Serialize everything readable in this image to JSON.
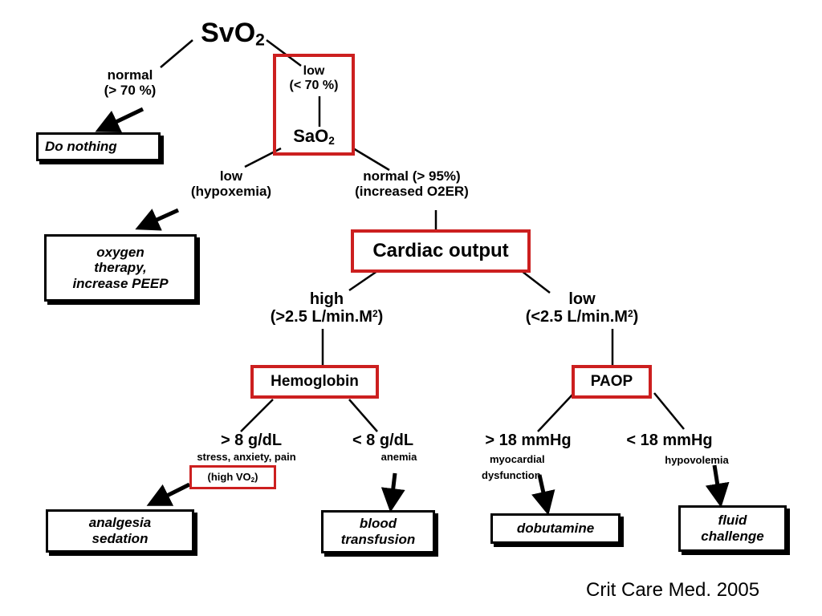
{
  "root": {
    "main": "SvO",
    "sub": "2"
  },
  "branches": {
    "normal_svo2": {
      "line1": "normal",
      "line2": "(> 70 %)"
    },
    "low_svo2": {
      "line1": "low",
      "line2": "(< 70 %)"
    },
    "sao2": {
      "main": "SaO",
      "sub": "2"
    },
    "low_sao2": {
      "line1": "low",
      "line2": "(hypoxemia)"
    },
    "normal_sao2": {
      "line1": "normal (> 95%)",
      "line2": "(increased O2ER)"
    },
    "cardiac_output": "Cardiac output",
    "high_co": {
      "line1": "high",
      "line2": "(>2.5 L/min.M",
      "sup": "2",
      "close": ")"
    },
    "low_co": {
      "line1": "low",
      "line2": "(<2.5 L/min.M",
      "sup": "2",
      "close": ")"
    },
    "hemoglobin": "Hemoglobin",
    "paop": "PAOP",
    "hb_high": {
      "value": "> 8 g/dL",
      "note": "stress, anxiety, pain"
    },
    "high_vo2": {
      "text": "(high VO",
      "sub": "2",
      "close": ")"
    },
    "hb_low": {
      "value": "< 8 g/dL",
      "note": "anemia"
    },
    "paop_high": {
      "value": "> 18 mmHg",
      "note1": "myocardial",
      "note2": "dysfunction"
    },
    "paop_low": {
      "value": "< 18 mmHg",
      "note": "hypovolemia"
    }
  },
  "actions": {
    "do_nothing": "Do nothing",
    "oxygen": [
      "oxygen",
      "therapy,",
      "increase PEEP"
    ],
    "analgesia": [
      "analgesia",
      "sedation"
    ],
    "blood": [
      "blood",
      "transfusion"
    ],
    "dobutamine": "dobutamine",
    "fluid": [
      "fluid",
      "challenge"
    ]
  },
  "citation": "Crit Care Med. 2005",
  "colors": {
    "highlight": "#cc1f1f",
    "ink": "#000000"
  }
}
